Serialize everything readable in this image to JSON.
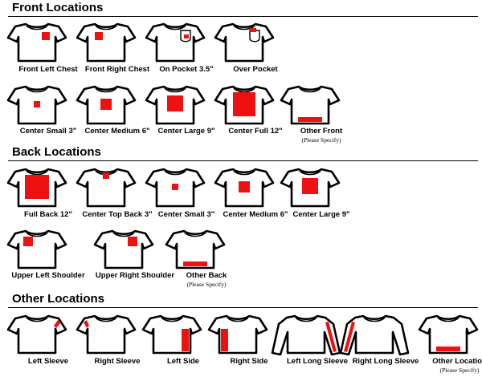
{
  "colors": {
    "mark": "#ee1111",
    "outline": "#000000"
  },
  "sections": {
    "front": {
      "title": "Front Locations",
      "items": [
        {
          "label": "Front Left Chest",
          "shirt": "tee",
          "mark": "front-left-chest"
        },
        {
          "label": "Front Right Chest",
          "shirt": "tee",
          "mark": "front-right-chest"
        },
        {
          "label": "On Pocket 3.5\"",
          "shirt": "tee-pocket",
          "mark": "on-pocket"
        },
        {
          "label": "Over Pocket",
          "shirt": "tee-pocket",
          "mark": "over-pocket"
        },
        {
          "label": "Center Small 3\"",
          "shirt": "tee",
          "mark": "center-small"
        },
        {
          "label": "Center Medium 6\"",
          "shirt": "tee",
          "mark": "center-medium"
        },
        {
          "label": "Center Large 9\"",
          "shirt": "tee",
          "mark": "center-large"
        },
        {
          "label": "Center Full 12\"",
          "shirt": "tee",
          "mark": "center-full"
        },
        {
          "label": "Other Front",
          "note": "(Please Specify)",
          "shirt": "tee",
          "mark": "bottom-bar"
        }
      ]
    },
    "back": {
      "title": "Back Locations",
      "items": [
        {
          "label": "Full Back 12\"",
          "shirt": "tee",
          "mark": "full-back"
        },
        {
          "label": "Center Top Back 3\"",
          "shirt": "tee",
          "mark": "center-top-back"
        },
        {
          "label": "Center Small 3\"",
          "shirt": "tee",
          "mark": "center-small"
        },
        {
          "label": "Center Medium 6\"",
          "shirt": "tee",
          "mark": "center-medium"
        },
        {
          "label": "Center Large 9\"",
          "shirt": "tee",
          "mark": "center-large"
        },
        {
          "label": "Upper Left Shoulder",
          "shirt": "tee",
          "mark": "upper-left-shoulder"
        },
        {
          "label": "Upper Right Shoulder",
          "shirt": "tee",
          "mark": "upper-right-shoulder"
        },
        {
          "label": "Other Back",
          "note": "(Please Specify)",
          "shirt": "tee",
          "mark": "bottom-bar"
        }
      ]
    },
    "other": {
      "title": "Other Locations",
      "items": [
        {
          "label": "Left Sleeve",
          "shirt": "tee",
          "mark": "left-sleeve"
        },
        {
          "label": "Right Sleeve",
          "shirt": "tee",
          "mark": "right-sleeve"
        },
        {
          "label": "Left Side",
          "shirt": "tee",
          "mark": "left-side"
        },
        {
          "label": "Right Side",
          "shirt": "tee",
          "mark": "right-side"
        },
        {
          "label": "Left Long Sleeve",
          "shirt": "long-sleeve",
          "mark": "left-long-sleeve"
        },
        {
          "label": "Right Long Sleeve",
          "shirt": "long-sleeve",
          "mark": "right-long-sleeve"
        },
        {
          "label": "Other Location",
          "note": "(Please Specify)",
          "shirt": "tee",
          "mark": "bottom-bar"
        }
      ]
    }
  }
}
